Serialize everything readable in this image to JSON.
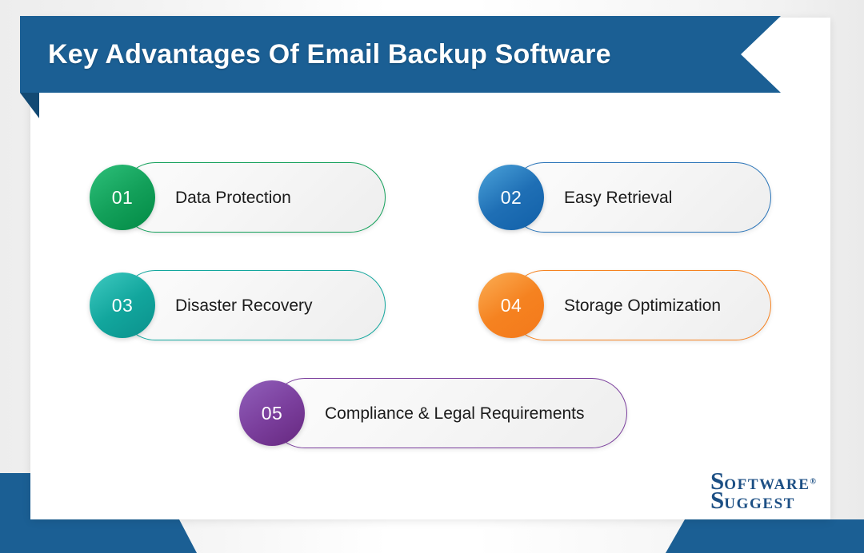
{
  "header": {
    "title": "Key Advantages Of Email Backup Software",
    "ribbon_color": "#1b5f94",
    "ribbon_tail_color": "#134a74",
    "title_color": "#ffffff"
  },
  "canvas": {
    "background_color": "#f1f1f1",
    "card_color": "#ffffff",
    "accent_color": "#1b5f94"
  },
  "items": [
    {
      "number": "01",
      "label": "Data Protection",
      "accent": "#13a05a",
      "gradient_from": "#2dc07a",
      "gradient_to": "#028a45",
      "border_color": "#13a05a"
    },
    {
      "number": "02",
      "label": "Easy Retrieval",
      "accent": "#1f6fb5",
      "gradient_from": "#4ba3da",
      "gradient_to": "#1160a8",
      "border_color": "#2a74b8"
    },
    {
      "number": "03",
      "label": "Disaster Recovery",
      "accent": "#12a69d",
      "gradient_from": "#3fcac1",
      "gradient_to": "#0b918c",
      "border_color": "#12a69d"
    },
    {
      "number": "04",
      "label": "Storage Optimization",
      "accent": "#f58220",
      "gradient_from": "#fbae55",
      "gradient_to": "#f4791b",
      "border_color": "#f58220"
    },
    {
      "number": "05",
      "label": "Compliance & Legal Requirements",
      "accent": "#7b3f9d",
      "gradient_from": "#9160bb",
      "gradient_to": "#66287f",
      "border_color": "#7b3f9d"
    }
  ],
  "logo": {
    "line1_cap": "S",
    "line1_rest": "OFTWARE",
    "registered_mark": "®",
    "line2_cap": "S",
    "line2_rest": "UGGEST",
    "color": "#1c4f84"
  }
}
